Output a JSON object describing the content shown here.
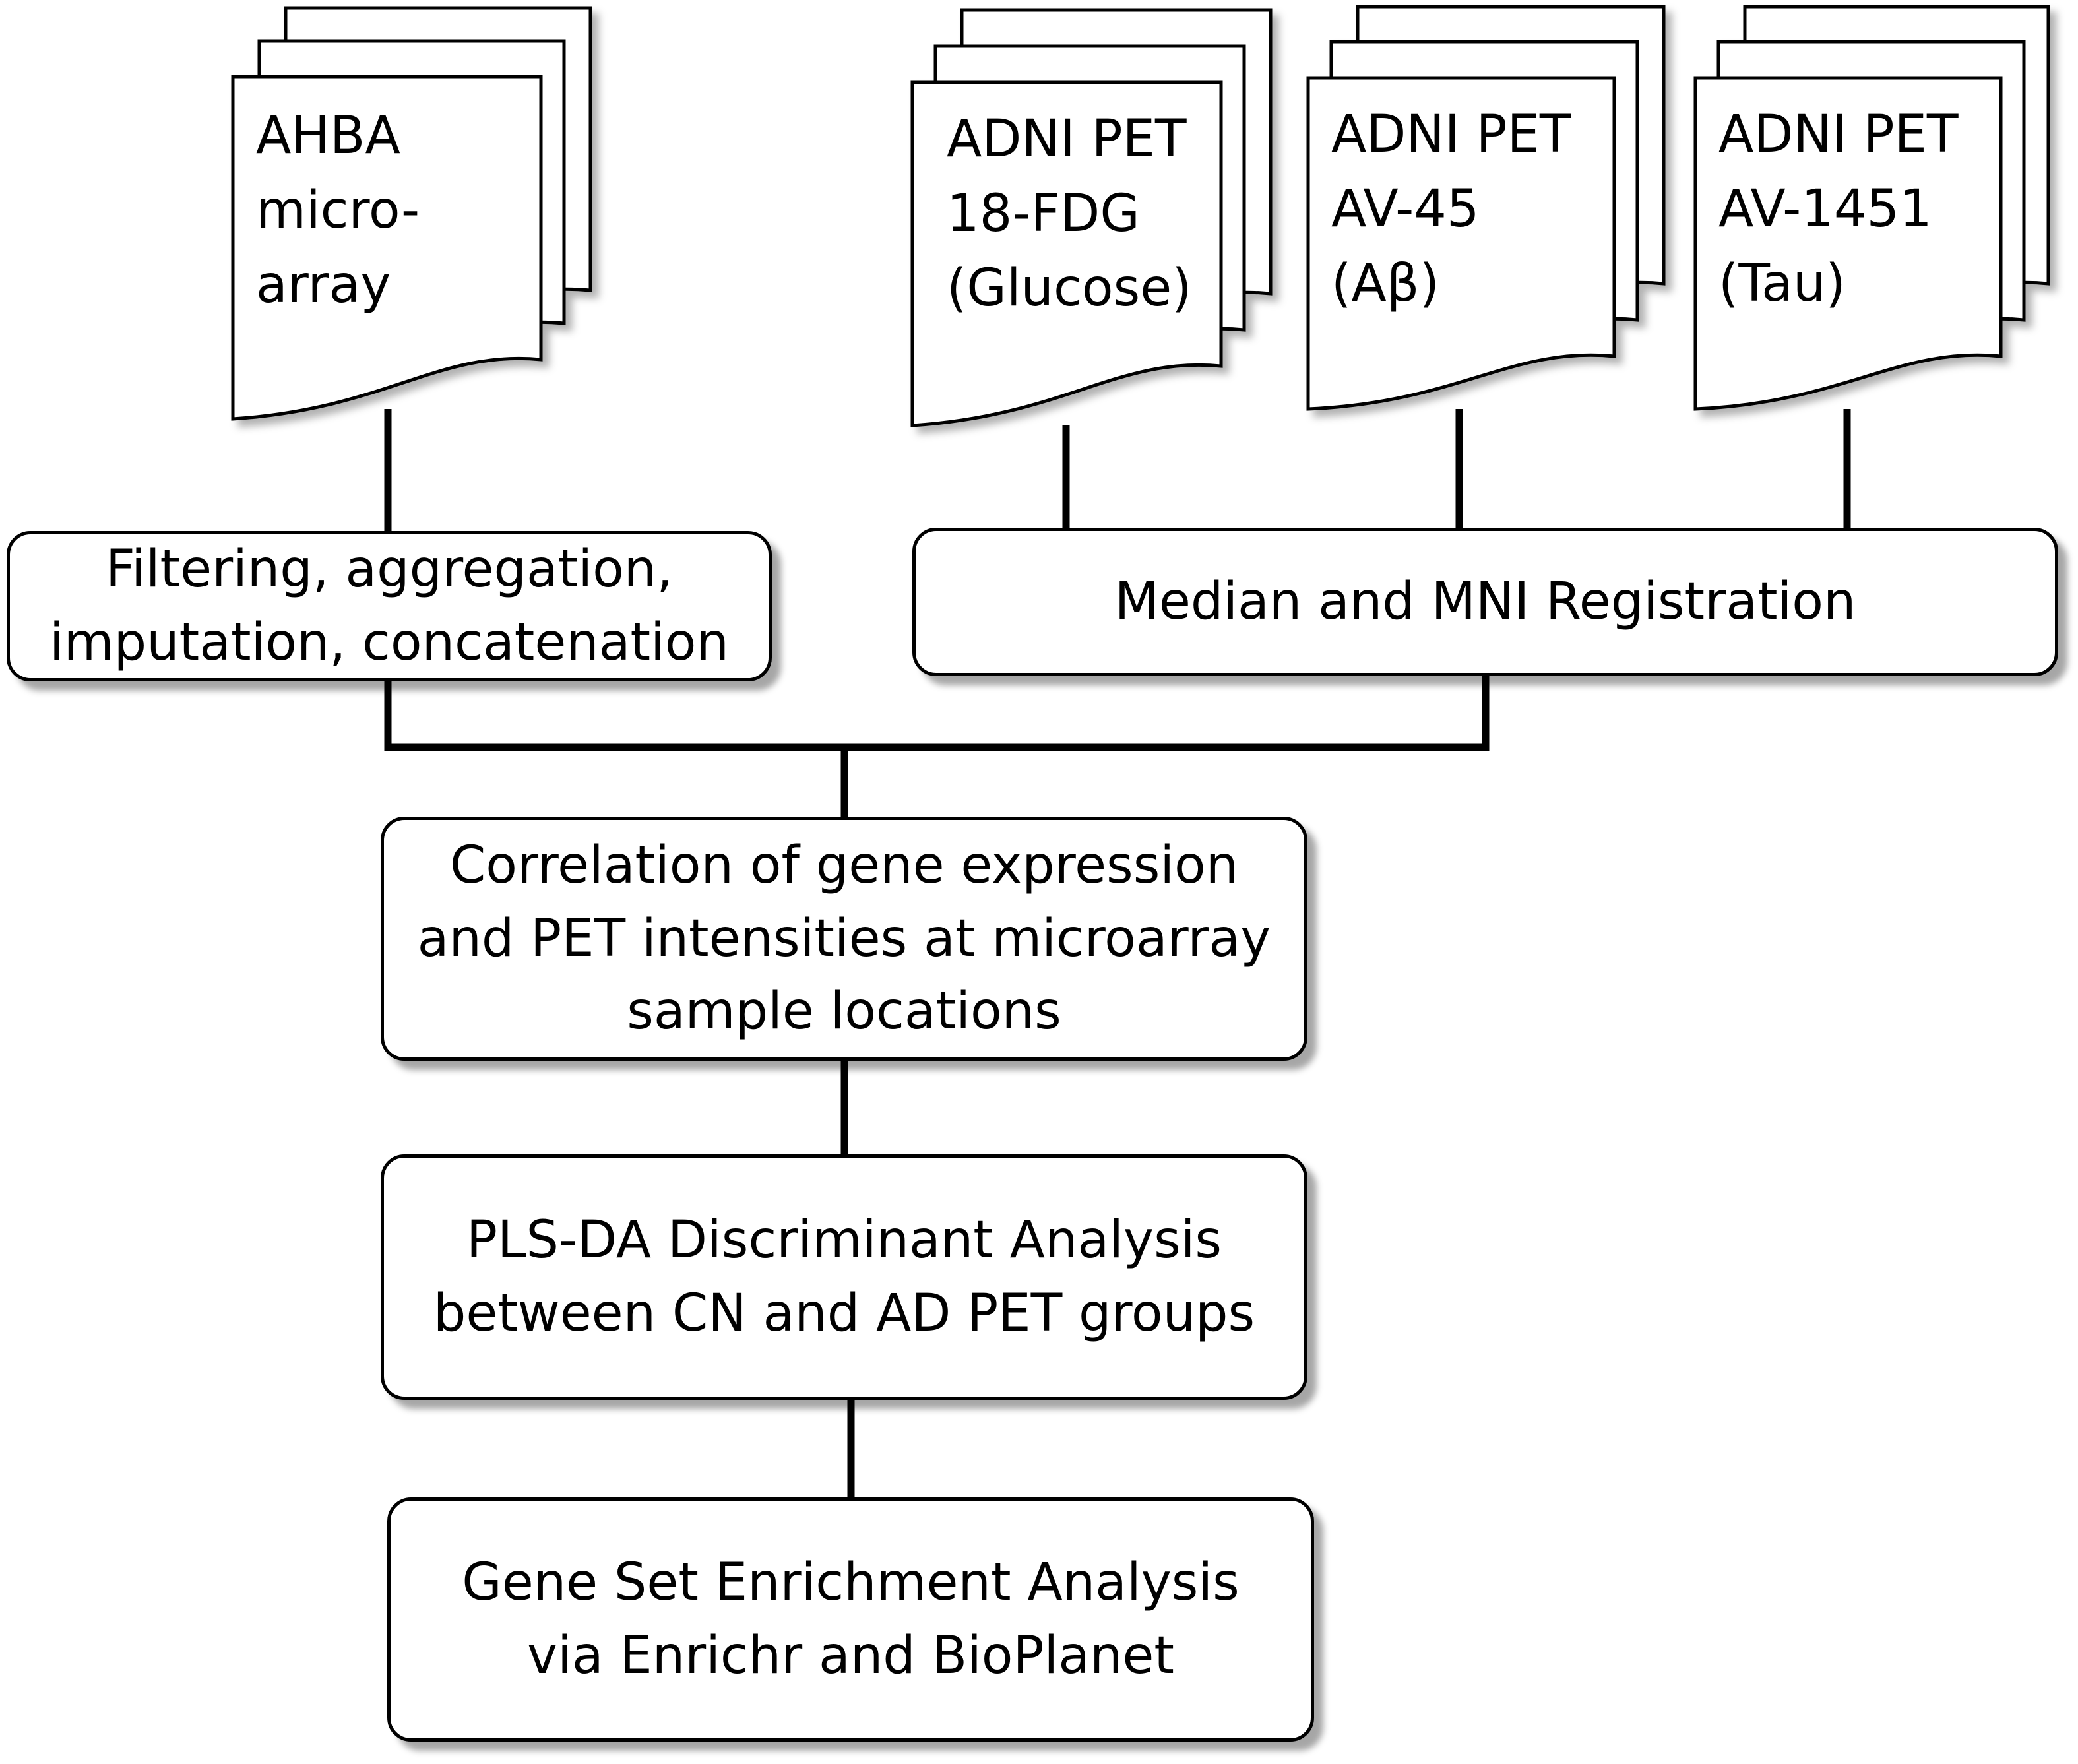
{
  "sources": {
    "ahba": {
      "lines": [
        "AHBA",
        "micro-",
        "array"
      ]
    },
    "fdg": {
      "lines": [
        "ADNI PET",
        "18-FDG",
        "(Glucose)"
      ]
    },
    "av45": {
      "lines": [
        "ADNI PET",
        "AV-45",
        "(Aβ)"
      ]
    },
    "av1451": {
      "lines": [
        "ADNI PET",
        "AV-1451",
        "(Tau)"
      ]
    }
  },
  "steps": {
    "filtering": {
      "lines": [
        "Filtering, aggregation,",
        "imputation, concatenation"
      ]
    },
    "registration": {
      "lines": [
        "Median and MNI Registration"
      ]
    },
    "correlation": {
      "lines": [
        "Correlation of gene expression",
        "and PET intensities at microarray",
        "sample locations"
      ]
    },
    "plsda": {
      "lines": [
        "PLS-DA Discriminant Analysis",
        "between CN and AD PET groups"
      ]
    },
    "gsea": {
      "lines": [
        "Gene Set Enrichment Analysis",
        "via Enrichr and BioPlanet"
      ]
    }
  }
}
